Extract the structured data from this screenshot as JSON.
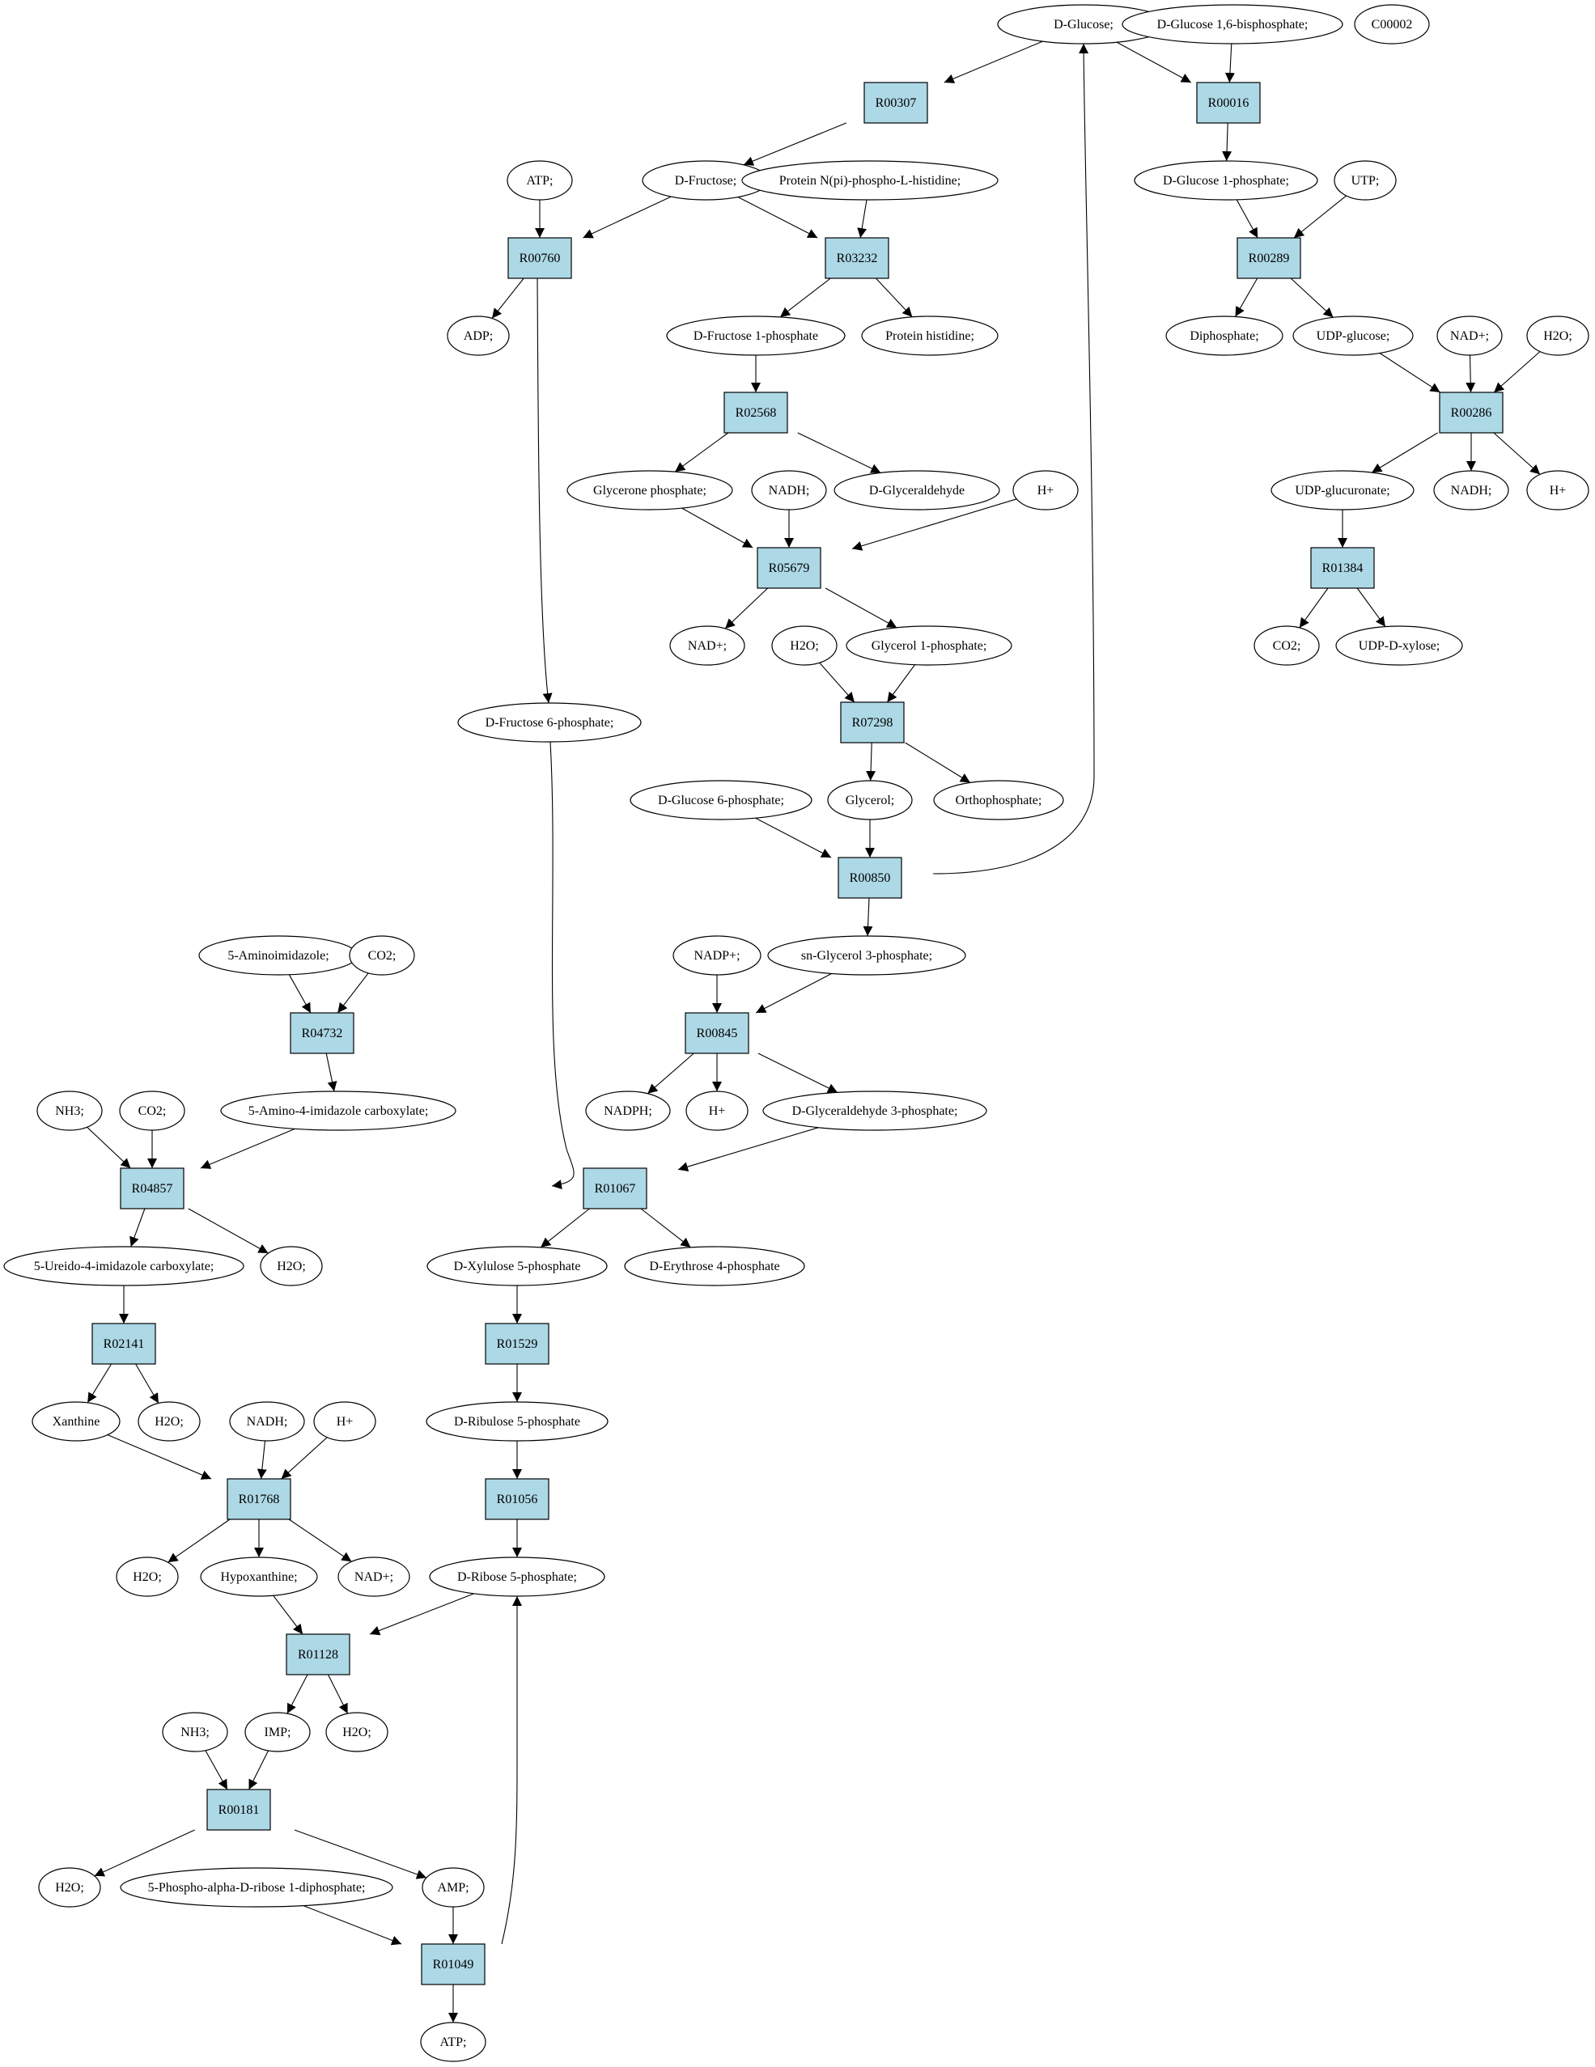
{
  "colors": {
    "reaction_fill": "#add8e6",
    "compound_fill": "#ffffff",
    "source_fill": "#00ee00",
    "highlight_fill": "#ffff00",
    "stroke": "#000000"
  },
  "nodes": {
    "glucose": {
      "label": "D-Glucose;",
      "shape": "ellipse",
      "role": "source"
    },
    "g16bp": {
      "label": "D-Glucose 1,6-bisphosphate;",
      "shape": "ellipse"
    },
    "c00002": {
      "label": "C00002",
      "shape": "ellipse",
      "role": "highlight"
    },
    "R00307": {
      "label": "R00307",
      "shape": "box"
    },
    "R00016": {
      "label": "R00016",
      "shape": "box"
    },
    "atp1": {
      "label": "ATP;",
      "shape": "ellipse"
    },
    "fructose": {
      "label": "D-Fructose;",
      "shape": "ellipse"
    },
    "pnphis": {
      "label": "Protein N(pi)-phospho-L-histidine;",
      "shape": "ellipse"
    },
    "g1p": {
      "label": "D-Glucose 1-phosphate;",
      "shape": "ellipse"
    },
    "utp": {
      "label": "UTP;",
      "shape": "ellipse"
    },
    "R00760": {
      "label": "R00760",
      "shape": "box"
    },
    "R03232": {
      "label": "R03232",
      "shape": "box"
    },
    "R00289": {
      "label": "R00289",
      "shape": "box"
    },
    "adp": {
      "label": "ADP;",
      "shape": "ellipse"
    },
    "f1p": {
      "label": "D-Fructose 1-phosphate",
      "shape": "ellipse"
    },
    "prothis": {
      "label": "Protein histidine;",
      "shape": "ellipse"
    },
    "diphos": {
      "label": "Diphosphate;",
      "shape": "ellipse"
    },
    "udpglc": {
      "label": "UDP-glucose;",
      "shape": "ellipse"
    },
    "nadp1": {
      "label": "NAD+;",
      "shape": "ellipse"
    },
    "h2o1": {
      "label": "H2O;",
      "shape": "ellipse"
    },
    "R02568": {
      "label": "R02568",
      "shape": "box"
    },
    "R00286": {
      "label": "R00286",
      "shape": "box"
    },
    "glyp": {
      "label": "Glycerone phosphate;",
      "shape": "ellipse"
    },
    "nadh1": {
      "label": "NADH;",
      "shape": "ellipse"
    },
    "dglyald": {
      "label": "D-Glyceraldehyde",
      "shape": "ellipse"
    },
    "hplus1": {
      "label": "H+",
      "shape": "ellipse"
    },
    "udpgluc": {
      "label": "UDP-glucuronate;",
      "shape": "ellipse"
    },
    "nadh2": {
      "label": "NADH;",
      "shape": "ellipse"
    },
    "hplus2": {
      "label": "H+",
      "shape": "ellipse"
    },
    "R05679": {
      "label": "R05679",
      "shape": "box"
    },
    "R01384": {
      "label": "R01384",
      "shape": "box"
    },
    "nadp2": {
      "label": "NAD+;",
      "shape": "ellipse"
    },
    "h2o2": {
      "label": "H2O;",
      "shape": "ellipse"
    },
    "gol1p": {
      "label": "Glycerol 1-phosphate;",
      "shape": "ellipse"
    },
    "co2a": {
      "label": "CO2;",
      "shape": "ellipse"
    },
    "udpxyl": {
      "label": "UDP-D-xylose;",
      "shape": "ellipse"
    },
    "f6p": {
      "label": "D-Fructose 6-phosphate;",
      "shape": "ellipse"
    },
    "R07298": {
      "label": "R07298",
      "shape": "box"
    },
    "g6p": {
      "label": "D-Glucose 6-phosphate;",
      "shape": "ellipse"
    },
    "glycerol": {
      "label": "Glycerol;",
      "shape": "ellipse"
    },
    "orthop": {
      "label": "Orthophosphate;",
      "shape": "ellipse"
    },
    "R00850": {
      "label": "R00850",
      "shape": "box"
    },
    "aimz": {
      "label": "5-Aminoimidazole;",
      "shape": "ellipse"
    },
    "co2b": {
      "label": "CO2;",
      "shape": "ellipse"
    },
    "nadpplus": {
      "label": "NADP+;",
      "shape": "ellipse"
    },
    "sng3p": {
      "label": "sn-Glycerol 3-phosphate;",
      "shape": "ellipse"
    },
    "R04732": {
      "label": "R04732",
      "shape": "box"
    },
    "R00845": {
      "label": "R00845",
      "shape": "box"
    },
    "nh3a": {
      "label": "NH3;",
      "shape": "ellipse"
    },
    "co2c": {
      "label": "CO2;",
      "shape": "ellipse"
    },
    "aic": {
      "label": "5-Amino-4-imidazole carboxylate;",
      "shape": "ellipse"
    },
    "nadph": {
      "label": "NADPH;",
      "shape": "ellipse"
    },
    "hplus3": {
      "label": "H+",
      "shape": "ellipse"
    },
    "g3p": {
      "label": "D-Glyceraldehyde 3-phosphate;",
      "shape": "ellipse"
    },
    "R04857": {
      "label": "R04857",
      "shape": "box"
    },
    "R01067": {
      "label": "R01067",
      "shape": "box"
    },
    "uic": {
      "label": "5-Ureido-4-imidazole carboxylate;",
      "shape": "ellipse"
    },
    "h2o3": {
      "label": "H2O;",
      "shape": "ellipse"
    },
    "x5p": {
      "label": "D-Xylulose 5-phosphate",
      "shape": "ellipse"
    },
    "e4p": {
      "label": "D-Erythrose 4-phosphate",
      "shape": "ellipse"
    },
    "R02141": {
      "label": "R02141",
      "shape": "box"
    },
    "R01529": {
      "label": "R01529",
      "shape": "box"
    },
    "xanthine": {
      "label": "Xanthine",
      "shape": "ellipse"
    },
    "h2o4": {
      "label": "H2O;",
      "shape": "ellipse"
    },
    "nadh3": {
      "label": "NADH;",
      "shape": "ellipse"
    },
    "hplus4": {
      "label": "H+",
      "shape": "ellipse"
    },
    "ru5p": {
      "label": "D-Ribulose 5-phosphate",
      "shape": "ellipse"
    },
    "R01768": {
      "label": "R01768",
      "shape": "box"
    },
    "R01056": {
      "label": "R01056",
      "shape": "box"
    },
    "h2o5": {
      "label": "H2O;",
      "shape": "ellipse"
    },
    "hypox": {
      "label": "Hypoxanthine;",
      "shape": "ellipse"
    },
    "nadp3": {
      "label": "NAD+;",
      "shape": "ellipse"
    },
    "r5p": {
      "label": "D-Ribose 5-phosphate;",
      "shape": "ellipse"
    },
    "R01128": {
      "label": "R01128",
      "shape": "box"
    },
    "nh3b": {
      "label": "NH3;",
      "shape": "ellipse"
    },
    "imp": {
      "label": "IMP;",
      "shape": "ellipse"
    },
    "h2o6": {
      "label": "H2O;",
      "shape": "ellipse"
    },
    "R00181": {
      "label": "R00181",
      "shape": "box"
    },
    "h2o7": {
      "label": "H2O;",
      "shape": "ellipse"
    },
    "prpp": {
      "label": "5-Phospho-alpha-D-ribose 1-diphosphate;",
      "shape": "ellipse"
    },
    "amp": {
      "label": "AMP;",
      "shape": "ellipse"
    },
    "R01049": {
      "label": "R01049",
      "shape": "box"
    },
    "atp2": {
      "label": "ATP;",
      "shape": "ellipse"
    }
  },
  "edges": [
    [
      "glucose",
      "R00307"
    ],
    [
      "glucose",
      "R00016"
    ],
    [
      "g16bp",
      "R00016"
    ],
    [
      "R00307",
      "fructose"
    ],
    [
      "R00016",
      "g1p"
    ],
    [
      "atp1",
      "R00760"
    ],
    [
      "fructose",
      "R00760"
    ],
    [
      "fructose",
      "R03232"
    ],
    [
      "pnphis",
      "R03232"
    ],
    [
      "g1p",
      "R00289"
    ],
    [
      "utp",
      "R00289"
    ],
    [
      "R00760",
      "adp"
    ],
    [
      "R00760",
      "f6p"
    ],
    [
      "R03232",
      "f1p"
    ],
    [
      "R03232",
      "prothis"
    ],
    [
      "R00289",
      "diphos"
    ],
    [
      "R00289",
      "udpglc"
    ],
    [
      "f1p",
      "R02568"
    ],
    [
      "udpglc",
      "R00286"
    ],
    [
      "nadp1",
      "R00286"
    ],
    [
      "h2o1",
      "R00286"
    ],
    [
      "R02568",
      "glyp"
    ],
    [
      "R02568",
      "dglyald"
    ],
    [
      "R00286",
      "udpgluc"
    ],
    [
      "R00286",
      "nadh2"
    ],
    [
      "R00286",
      "hplus2"
    ],
    [
      "glyp",
      "R05679"
    ],
    [
      "nadh1",
      "R05679"
    ],
    [
      "hplus1",
      "R05679"
    ],
    [
      "udpgluc",
      "R01384"
    ],
    [
      "R05679",
      "nadp2"
    ],
    [
      "R05679",
      "gol1p"
    ],
    [
      "R01384",
      "co2a"
    ],
    [
      "R01384",
      "udpxyl"
    ],
    [
      "h2o2",
      "R07298"
    ],
    [
      "gol1p",
      "R07298"
    ],
    [
      "R07298",
      "glycerol"
    ],
    [
      "R07298",
      "orthop"
    ],
    [
      "g6p",
      "R00850"
    ],
    [
      "glycerol",
      "R00850"
    ],
    [
      "R00850",
      "glucose"
    ],
    [
      "R00850",
      "sng3p"
    ],
    [
      "aimz",
      "R04732"
    ],
    [
      "co2b",
      "R04732"
    ],
    [
      "nadpplus",
      "R00845"
    ],
    [
      "sng3p",
      "R00845"
    ],
    [
      "R04732",
      "aic"
    ],
    [
      "R00845",
      "nadph"
    ],
    [
      "R00845",
      "hplus3"
    ],
    [
      "R00845",
      "g3p"
    ],
    [
      "nh3a",
      "R04857"
    ],
    [
      "co2c",
      "R04857"
    ],
    [
      "aic",
      "R04857"
    ],
    [
      "f6p",
      "R01067"
    ],
    [
      "g3p",
      "R01067"
    ],
    [
      "R04857",
      "uic"
    ],
    [
      "R04857",
      "h2o3"
    ],
    [
      "R01067",
      "x5p"
    ],
    [
      "R01067",
      "e4p"
    ],
    [
      "uic",
      "R02141"
    ],
    [
      "x5p",
      "R01529"
    ],
    [
      "R02141",
      "xanthine"
    ],
    [
      "R02141",
      "h2o4"
    ],
    [
      "R01529",
      "ru5p"
    ],
    [
      "xanthine",
      "R01768"
    ],
    [
      "nadh3",
      "R01768"
    ],
    [
      "hplus4",
      "R01768"
    ],
    [
      "ru5p",
      "R01056"
    ],
    [
      "R01768",
      "h2o5"
    ],
    [
      "R01768",
      "hypox"
    ],
    [
      "R01768",
      "nadp3"
    ],
    [
      "R01056",
      "r5p"
    ],
    [
      "hypox",
      "R01128"
    ],
    [
      "r5p",
      "R01128"
    ],
    [
      "R01128",
      "imp"
    ],
    [
      "R01128",
      "h2o6"
    ],
    [
      "nh3b",
      "R00181"
    ],
    [
      "imp",
      "R00181"
    ],
    [
      "R00181",
      "h2o7"
    ],
    [
      "R00181",
      "amp"
    ],
    [
      "prpp",
      "R01049"
    ],
    [
      "amp",
      "R01049"
    ],
    [
      "R01049",
      "atp2"
    ],
    [
      "R01049",
      "r5p"
    ]
  ]
}
